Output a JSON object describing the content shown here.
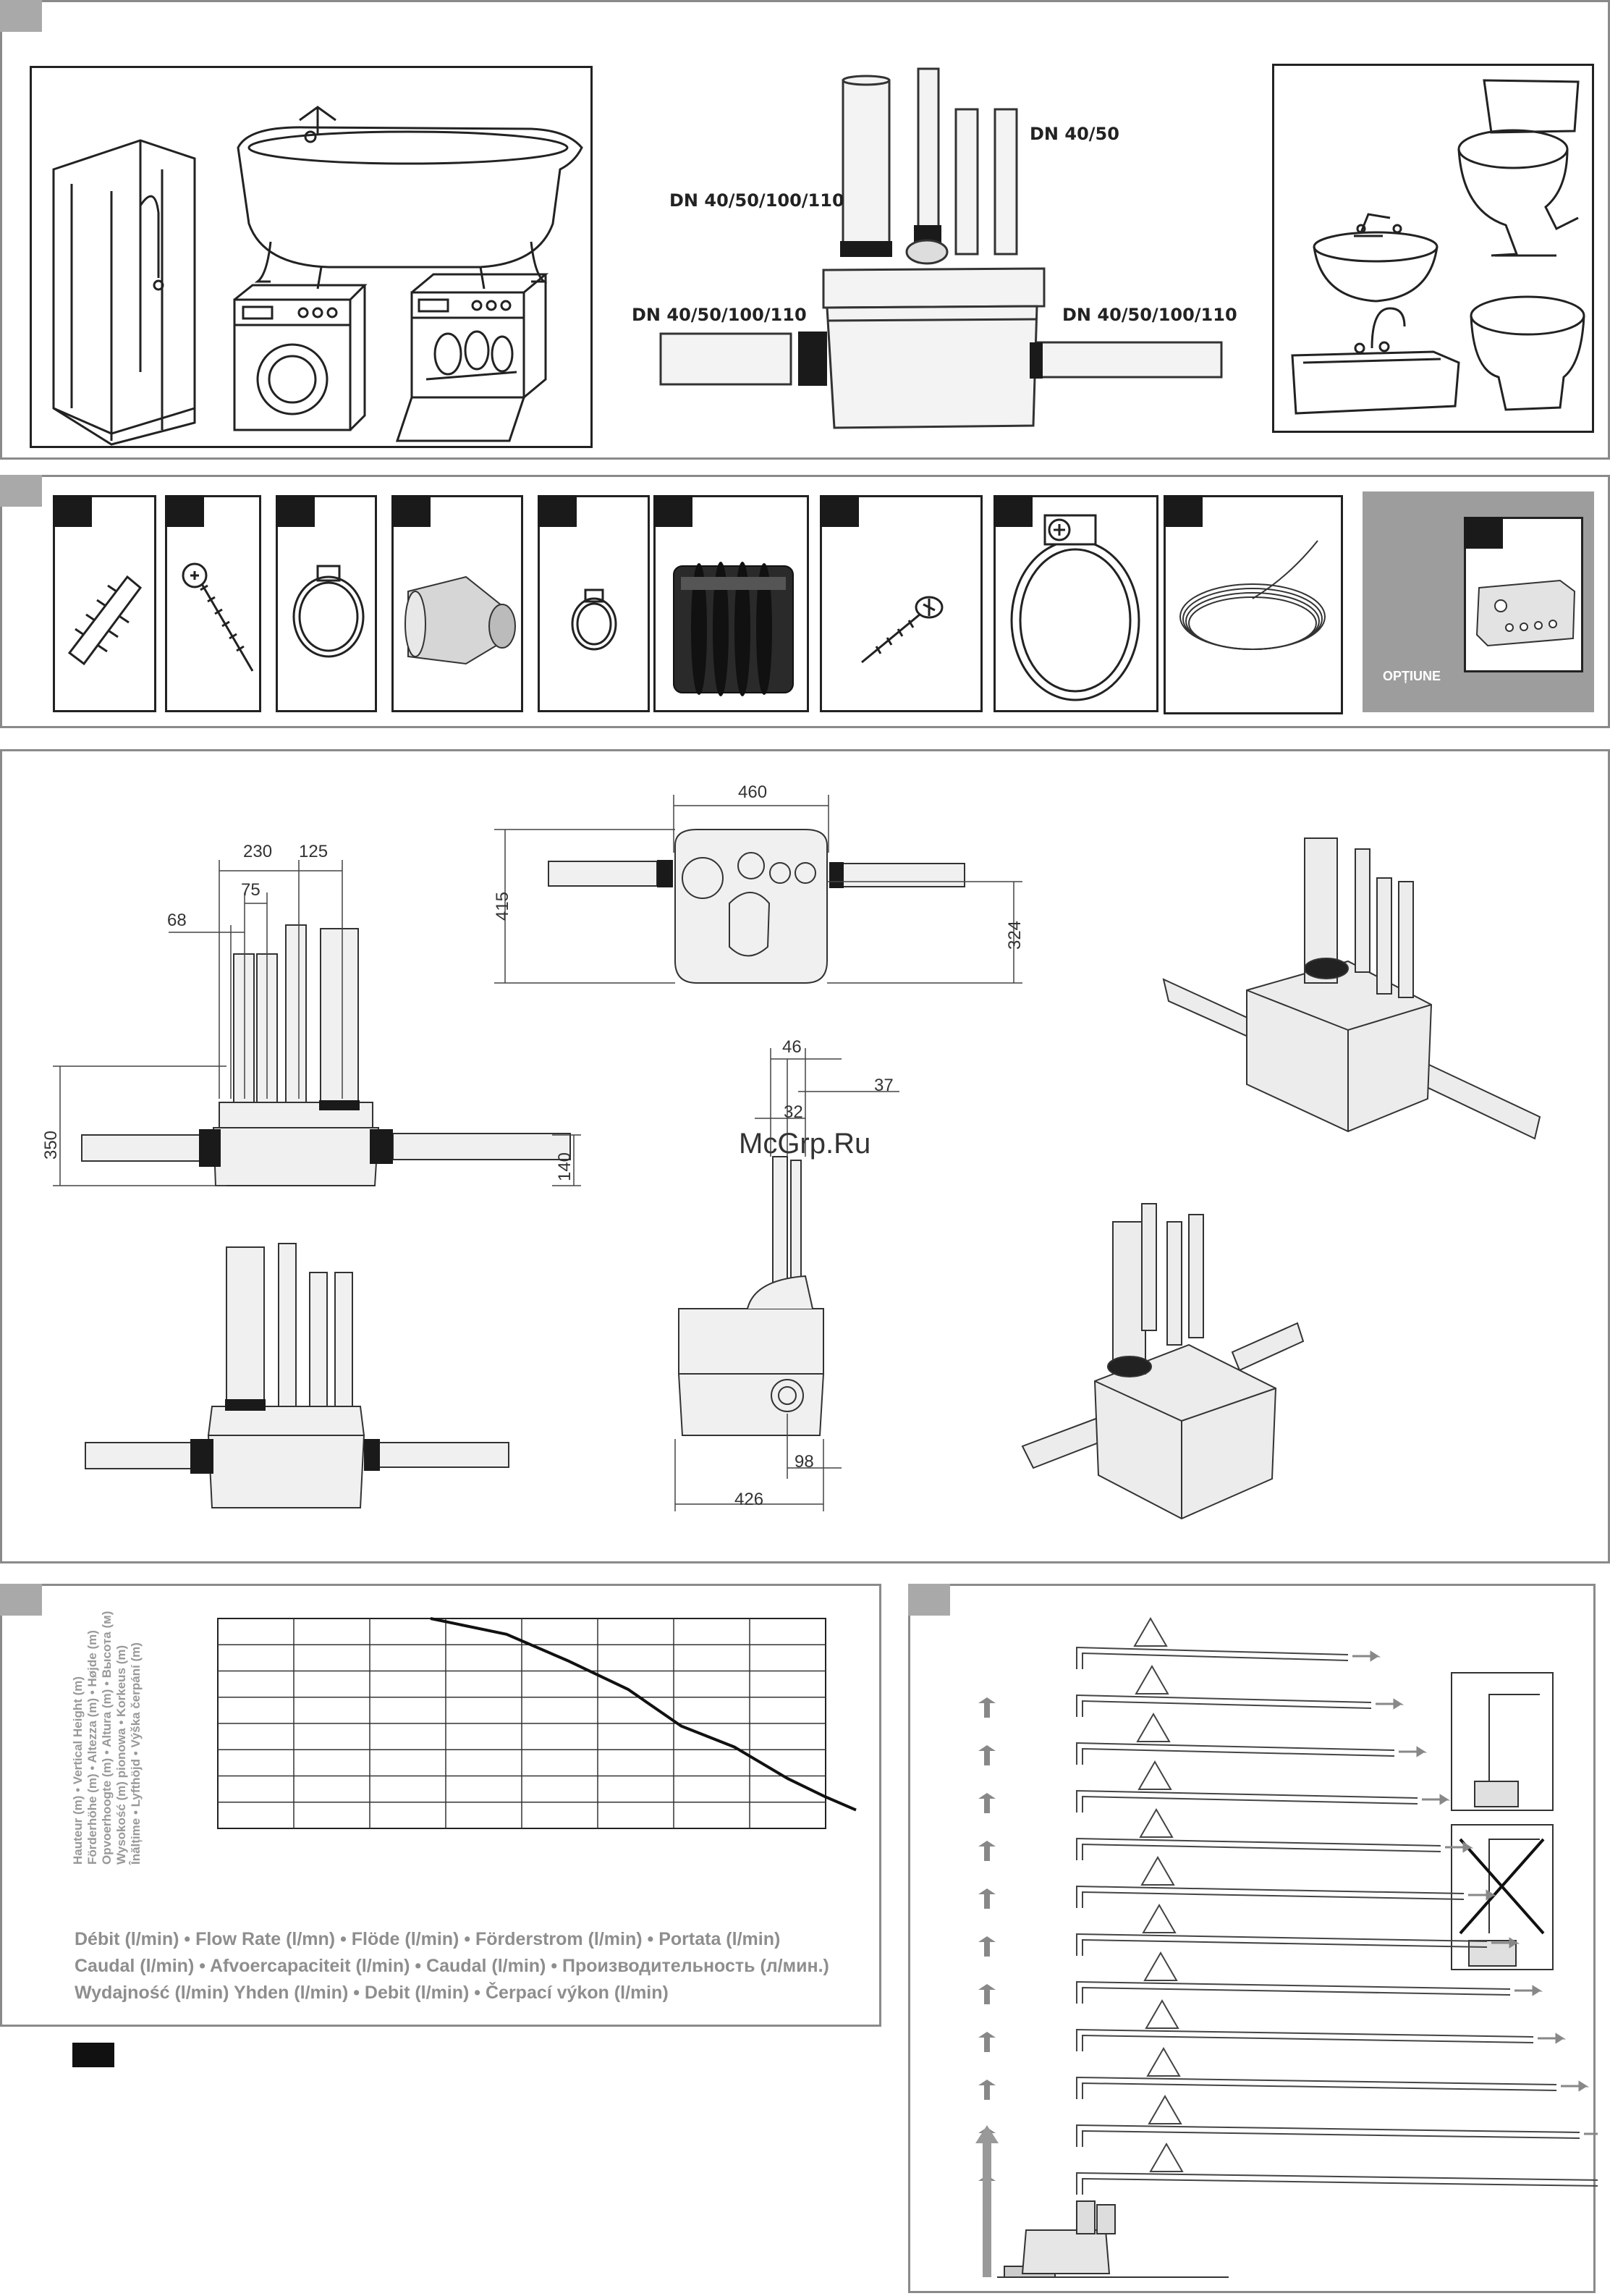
{
  "panel1": {
    "labels": {
      "top_right": "DN 40/50",
      "top_left": "DN 40/50/100/110",
      "mid_left": "DN 40/50/100/110",
      "mid_right": "DN 40/50/100/110"
    },
    "appliances_left": [
      "shower-icon",
      "bathtub-icon",
      "washing-machine-icon",
      "dishwasher-icon"
    ],
    "appliances_right": [
      "toilet-icon",
      "washbasin-icon",
      "sink-icon",
      "bidet-icon"
    ]
  },
  "panel2": {
    "accessories": [
      "wall-plug-icon",
      "screw-icon",
      "small-hose-clamp-icon",
      "reducer-sleeve-icon",
      "mini-hose-clamp-icon",
      "rubber-sleeve-icon",
      "countersunk-screw-icon",
      "large-hose-clamp-icon",
      "coiled-tube-icon"
    ],
    "option_label": "OPȚIUNE",
    "option_item": "alarm-box-icon"
  },
  "panel3": {
    "dims_front": [
      "230",
      "125",
      "75",
      "68",
      "350",
      "140"
    ],
    "dims_top": [
      "460",
      "415",
      "324"
    ],
    "dims_side": [
      "46",
      "37",
      "32",
      "98",
      "426"
    ],
    "watermark": "McGrp.Ru"
  },
  "panel4": {
    "ylabel_lines": [
      "Hauteur (m) • Vertical Height (m)",
      "Förderhöhe (m) • Altezza (m) • Højde (m)",
      "Opvoerhoogte (m) • Altura (m) • Высота (м)",
      "Wysokość (m) pionowa • Korkeus (m)",
      "Înălțime • Lyfthöjd • Výška čerpání (m)"
    ],
    "xlabel_lines": [
      "Débit (l/min) • Flow Rate (l/mn) •  Flöde (l/min) •  Förderstrom (l/min) • Portata (l/min)",
      "Caudal (l/min)  •  Afvoercapaciteit (l/min) • Caudal (l/min)  •  Производительность (л/мин.)",
      "Wydajność (l/min)     Yhden (l/min) • Debit (l/min)  •  Čerpací výkon (l/min)"
    ]
  },
  "chart_data": {
    "type": "line",
    "grid": true,
    "grid_columns": 8,
    "grid_rows": 8,
    "series": [
      {
        "x": [
          2.8,
          3.8,
          4.6,
          5.4,
          6.1,
          6.8,
          7.5,
          8.0,
          8.4
        ],
        "y": [
          8.0,
          7.4,
          6.4,
          5.3,
          3.9,
          3.1,
          1.9,
          1.2,
          0.7
        ]
      }
    ]
  },
  "panel5": {
    "install_rows": 12,
    "examples": [
      "correct-installation-icon",
      "incorrect-installation-icon"
    ]
  }
}
